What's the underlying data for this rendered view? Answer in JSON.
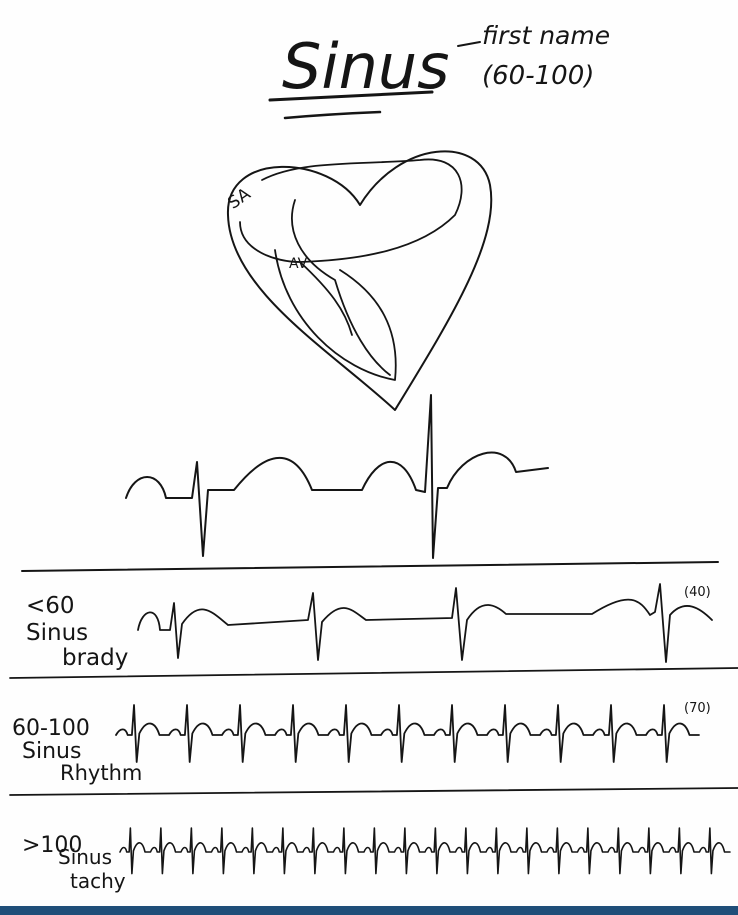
{
  "title": "Sinus",
  "subtitle": "first name",
  "rate_range": "(60-100)",
  "heart_labels": {
    "sa": "SA",
    "av": "AV"
  },
  "rows": [
    {
      "rate": "<60",
      "name_line1": "Sinus",
      "name_line2": "brady",
      "count": "(40)"
    },
    {
      "rate": "60-100",
      "name_line1": "Sinus",
      "name_line2": "Rhythm",
      "count": "(70)"
    },
    {
      "rate": ">100",
      "name_line1": "Sinus",
      "name_line2": "tachy",
      "count": ""
    }
  ],
  "colors": {
    "ink": "#151515",
    "paper": "#fefefe",
    "bottom_band": "#1f4e79"
  }
}
